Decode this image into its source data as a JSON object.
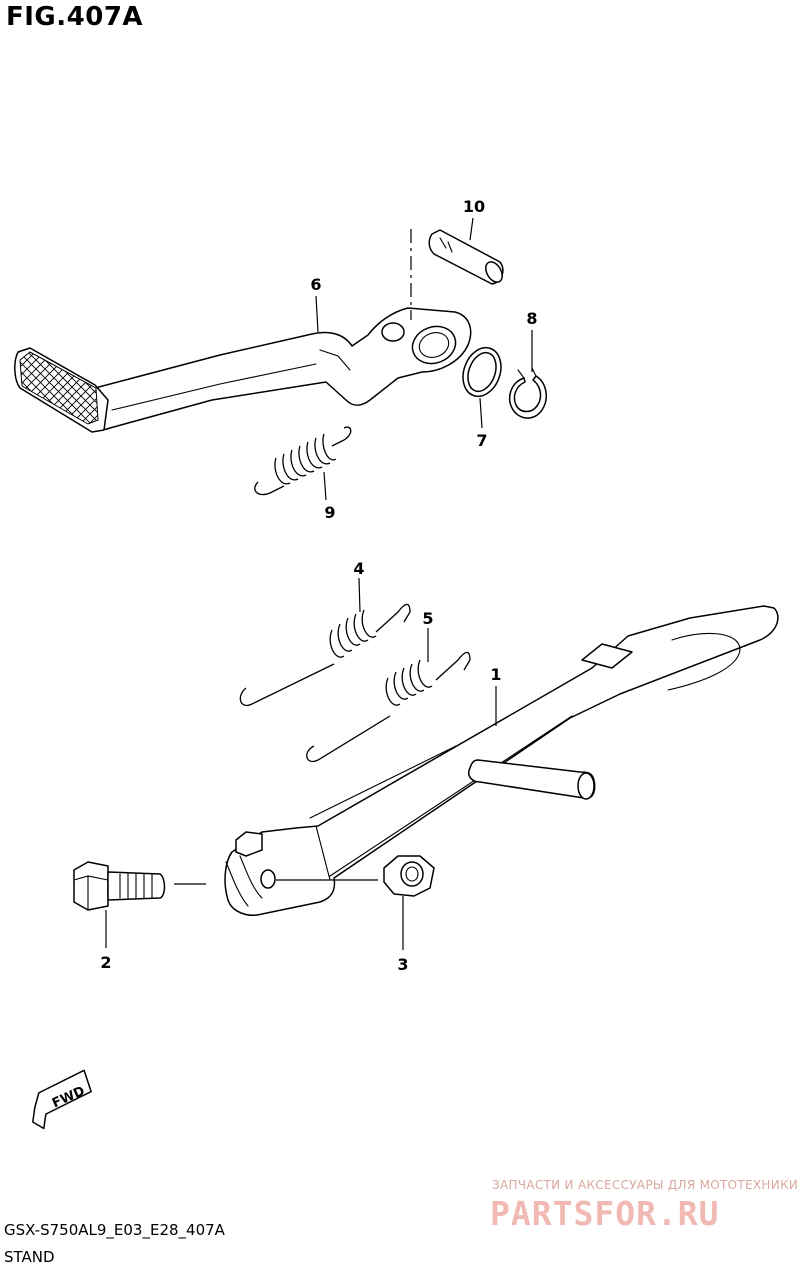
{
  "figure": {
    "title": "FIG.407A"
  },
  "footer": {
    "model_code": "GSX-S750AL9_E03_E28_407A",
    "section_name": "STAND"
  },
  "fwd_indicator": {
    "label": "FWD"
  },
  "callouts": [
    {
      "number": "1"
    },
    {
      "number": "2"
    },
    {
      "number": "3"
    },
    {
      "number": "4"
    },
    {
      "number": "5"
    },
    {
      "number": "6"
    },
    {
      "number": "7"
    },
    {
      "number": "8"
    },
    {
      "number": "9"
    },
    {
      "number": "10"
    }
  ],
  "watermark": {
    "tagline": "ЗАПЧАСТИ И АКСЕССУАРЫ ДЛЯ МОТОТЕХНИКИ",
    "logo": "PARTSFOR.RU"
  }
}
